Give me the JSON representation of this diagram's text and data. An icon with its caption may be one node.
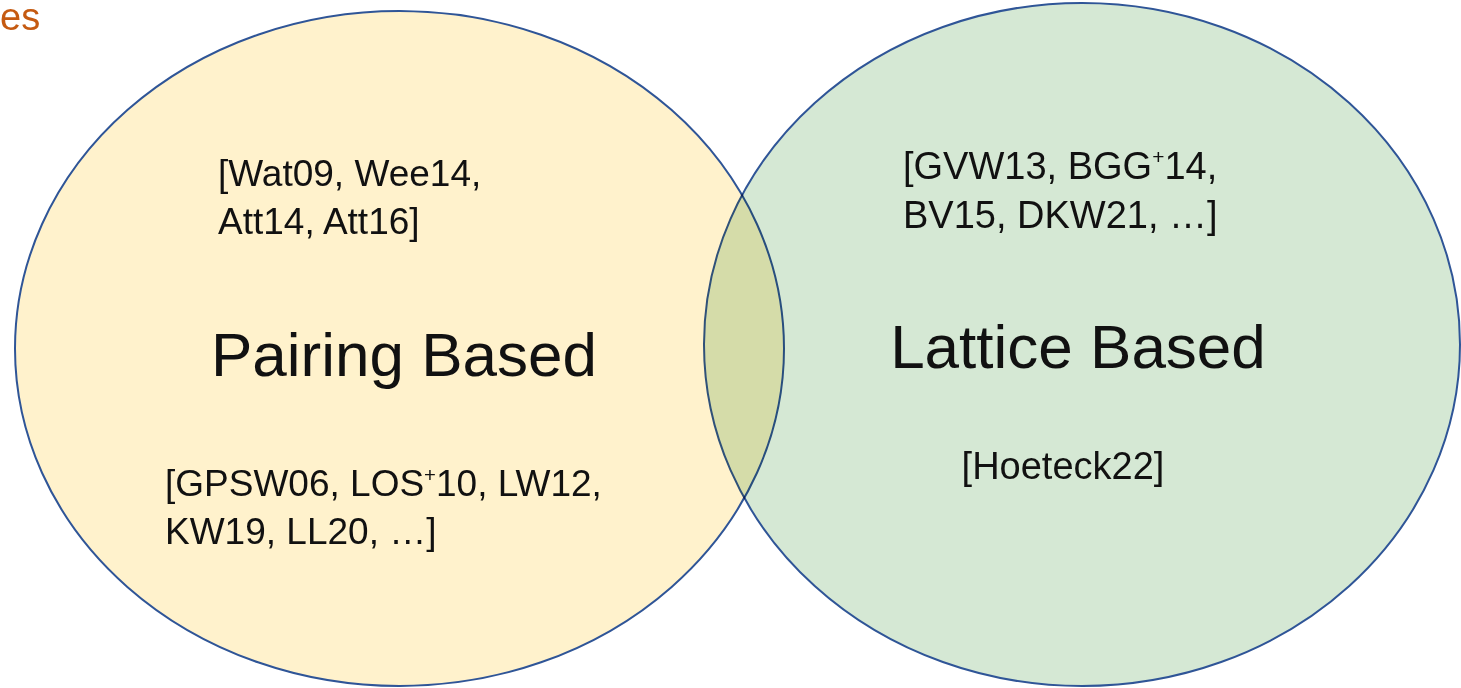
{
  "diagram": {
    "nodes": [
      {
        "text": [
          "[Wat09, Wee14, Att14, Att16]",
          "Pairing Based",
          "[GPSW06, LOS$^{+}$10, LW12, KW19, LL20, …]"
        ]
      },
      {
        "text": [
          "[GVW13, BGG$^{+}$14, BV15, DKW21, …]",
          "Lattice Based",
          "[Hoeteck22]"
        ]
      }
    ],
    "labels": [
      "es"
    ]
  }
}
